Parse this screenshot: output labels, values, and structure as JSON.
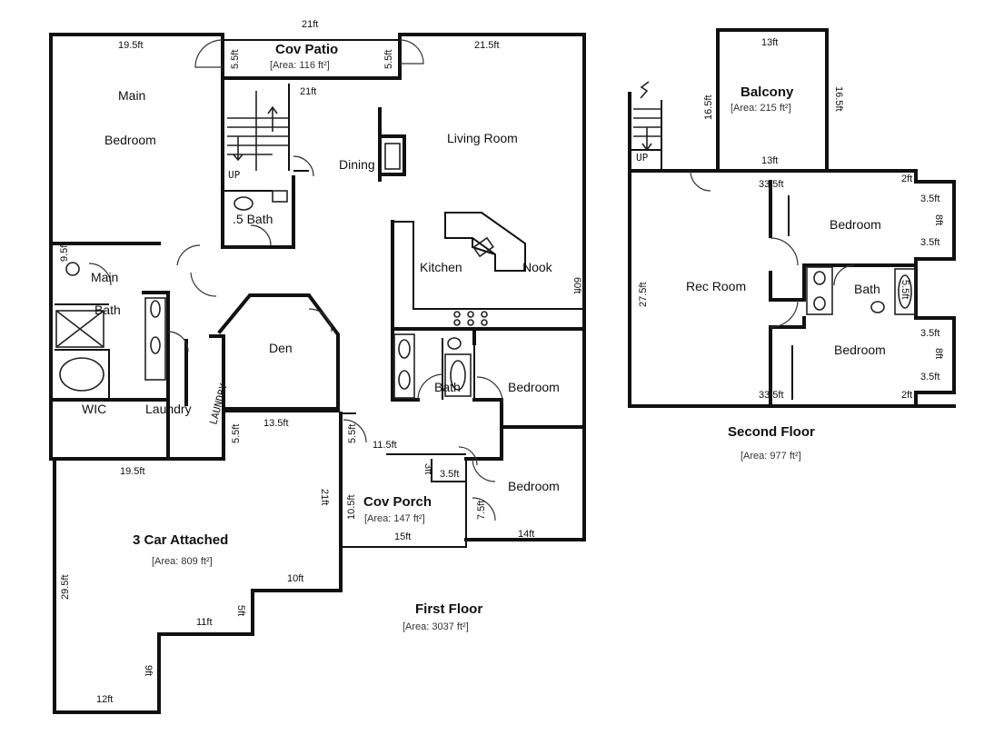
{
  "first_floor": {
    "title": "First Floor",
    "area": "[Area: 3037 ft²]",
    "rooms": {
      "main_bedroom_1": "Main",
      "main_bedroom_2": "Bedroom",
      "cov_patio": "Cov Patio",
      "cov_patio_area": "[Area: 116 ft²]",
      "up": "UP",
      "half_bath": ".5 Bath",
      "dining": "Dining",
      "living_room": "Living Room",
      "kitchen": "Kitchen",
      "nook": "Nook",
      "main_bath_1": "Main",
      "main_bath_2": "Bath",
      "wic": "WIC",
      "laundry": "Laundry",
      "laundry_hand": "LAUNDRY",
      "den": "Den",
      "bath": "Bath",
      "bedroom_2": "Bedroom",
      "bedroom_3": "Bedroom",
      "cov_porch": "Cov Porch",
      "cov_porch_area": "[Area: 147 ft²]",
      "garage": "3 Car Attached",
      "garage_area": "[Area: 809 ft²]"
    },
    "dims": {
      "top": "21ft",
      "main_bed_w": "19.5ft",
      "living_w": "21.5ft",
      "patio_l": "5.5ft",
      "patio_r": "5.5ft",
      "stair_w": "21ft",
      "bath_h": "9.5ft",
      "right_h": "60ft",
      "garage_top": "19.5ft",
      "den_w": "13.5ft",
      "den_l": "5.5ft",
      "porch_l": "5.5ft",
      "porch_top": "11.5ft",
      "porch_step_h": "3ft",
      "porch_step_w": "3.5ft",
      "garage_r": "21ft",
      "porch_h": "10.5ft",
      "porch_bottom": "15ft",
      "bed_side": "7.5ft",
      "bed_bottom": "14ft",
      "garage_h": "29.5ft",
      "g1": "10ft",
      "g2": "5ft",
      "g3": "11ft",
      "g4": "9ft",
      "g5": "12ft"
    }
  },
  "second_floor": {
    "title": "Second Floor",
    "area": "[Area: 977 ft²]",
    "rooms": {
      "balcony": "Balcony",
      "balcony_area": "[Area: 215 ft²]",
      "up": "UP",
      "bedroom_a": "Bedroom",
      "rec_room": "Rec Room",
      "bath": "Bath",
      "bedroom_b": "Bedroom"
    },
    "dims": {
      "balc_top": "13ft",
      "balc_l": "16.5ft",
      "balc_r": "16.5ft",
      "balc_bottom": "13ft",
      "rec_h": "27.5ft",
      "bed_a_top": "33.5ft",
      "jog_a": "2ft",
      "step_a1": "3.5ft",
      "step_a2": "8ft",
      "step_a3": "3.5ft",
      "tub": "5.5ft",
      "step_b1": "3.5ft",
      "step_b2": "8ft",
      "step_b3": "3.5ft",
      "bed_b_bottom": "33.5ft",
      "jog_b": "2ft"
    }
  }
}
